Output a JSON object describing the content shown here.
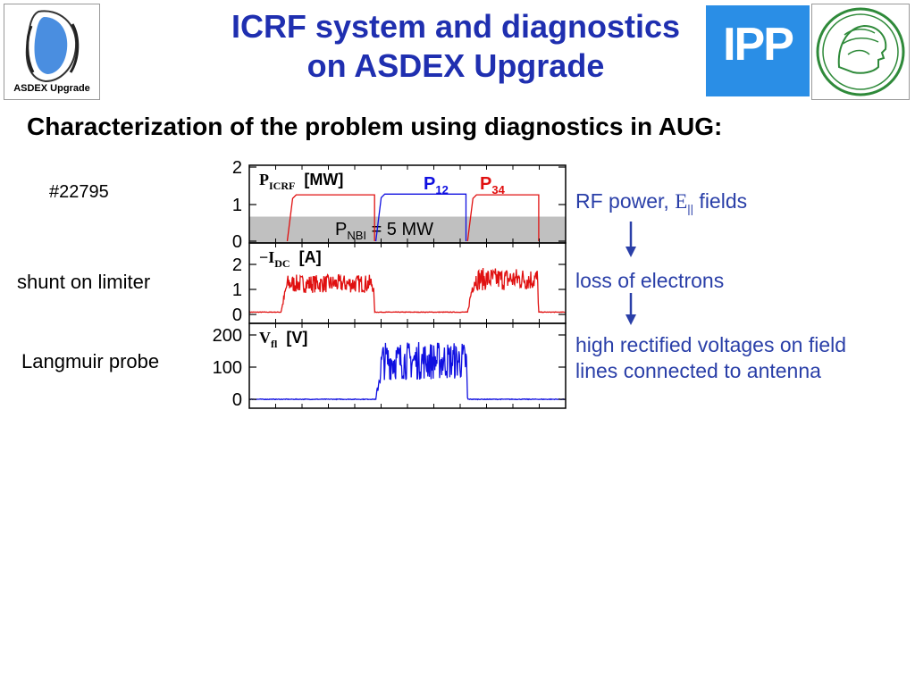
{
  "header": {
    "title_line1": "ICRF system and diagnostics",
    "title_line2": "on ASDEX Upgrade",
    "subtitle": "Characterization of the problem using diagnostics in AUG:",
    "logo_left_text": "ASDEX Upgrade",
    "logo_right_text": "IPP"
  },
  "left_labels": {
    "shot": "#22795",
    "shunt": "shunt on limiter",
    "langmuir": "Langmuir probe"
  },
  "right_labels": {
    "rf_prefix": "RF power, ",
    "rf_e": "E",
    "rf_sub": "||",
    "rf_suffix": " fields",
    "loss": "loss of electrons",
    "rect_line1": "high rectified voltages on field",
    "rect_line2": "lines connected to antenna"
  },
  "colors": {
    "title": "#1f2fb0",
    "annotation": "#2a3fa8",
    "red_trace": "#e01010",
    "blue_trace": "#1010e0",
    "nbi_band": "#c0c0c0",
    "logo_blue": "#2a8ee6",
    "logo_green": "#2f8a3a"
  },
  "chart_data": [
    {
      "type": "line",
      "label_main": "P",
      "label_sub": "ICRF",
      "unit": "[MW]",
      "yticks": [
        "0",
        "1",
        "2"
      ],
      "ylim": [
        0,
        2
      ],
      "band": {
        "y_range": [
          0,
          1
        ],
        "label_main": "P",
        "label_sub": "NBI",
        "label_rest": " = 5 MW"
      },
      "series": [
        {
          "name": "P",
          "name_sub": "34",
          "color": "#e01010",
          "segments": [
            {
              "on": 0.12,
              "off": 0.396,
              "level": 1.25
            },
            {
              "on": 0.69,
              "off": 0.915,
              "level": 1.25
            }
          ]
        },
        {
          "name": "P",
          "name_sub": "12",
          "color": "#1010e0",
          "segments": [
            {
              "on": 0.4,
              "off": 0.685,
              "level": 1.27
            }
          ]
        }
      ]
    },
    {
      "type": "line",
      "label_main": "−I",
      "label_sub": "DC",
      "unit": "[A]",
      "yticks": [
        "0",
        "1",
        "2"
      ],
      "ylim": [
        0,
        2.2
      ],
      "series": [
        {
          "color": "#e01010",
          "baseline": 0.1,
          "segments": [
            {
              "on": 0.1,
              "off": 0.396,
              "level": 1.35,
              "noise": 0.4
            },
            {
              "on": 0.69,
              "off": 0.915,
              "level": 1.55,
              "noise": 0.5
            }
          ]
        }
      ]
    },
    {
      "type": "line",
      "label_main": "V",
      "label_sub": "fl",
      "unit": "[V]",
      "yticks": [
        "0",
        "100",
        "200"
      ],
      "ylim": [
        0,
        200
      ],
      "series": [
        {
          "color": "#1010e0",
          "baseline": 0,
          "segments": [
            {
              "on": 0.4,
              "off": 0.69,
              "level": 120,
              "noise": 60
            }
          ]
        }
      ]
    }
  ]
}
